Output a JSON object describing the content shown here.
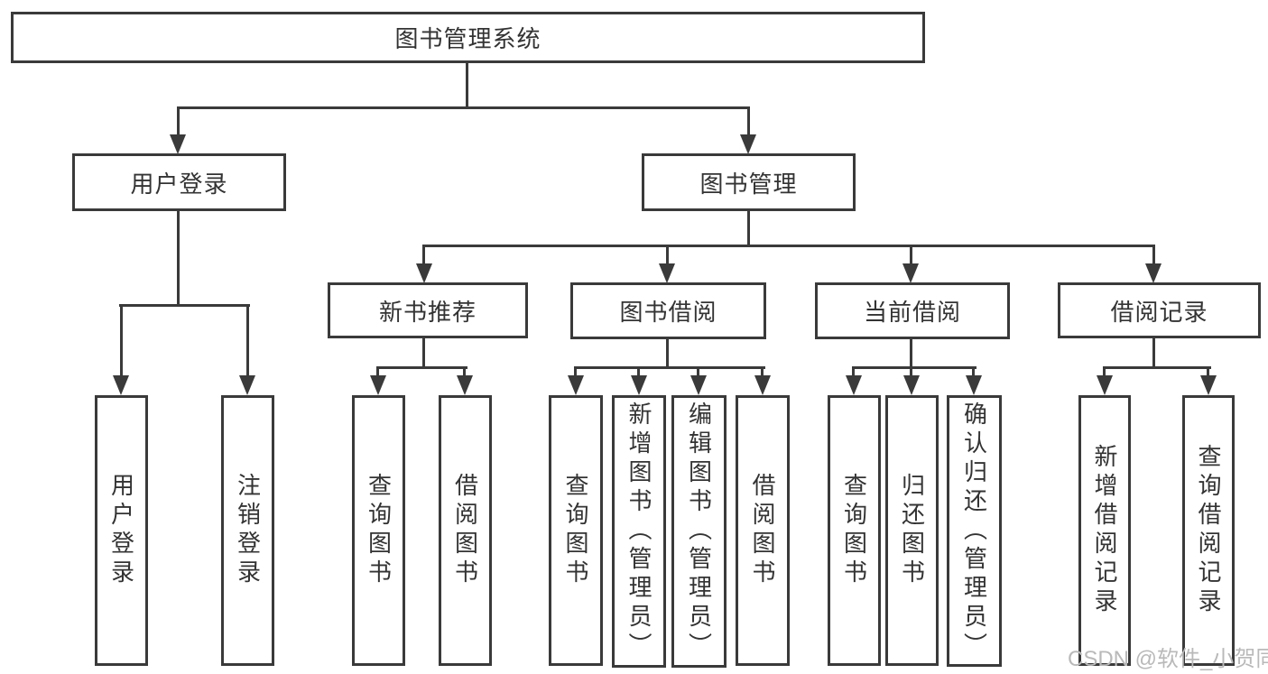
{
  "tree": {
    "label": "图书管理系统",
    "children": [
      {
        "label": "用户登录",
        "children": [
          {
            "label": "用户登录"
          },
          {
            "label": "注销登录"
          }
        ]
      },
      {
        "label": "图书管理",
        "children": [
          {
            "label": "新书推荐",
            "children": [
              {
                "label": "查询图书"
              },
              {
                "label": "借阅图书"
              }
            ]
          },
          {
            "label": "图书借阅",
            "children": [
              {
                "label": "查询图书"
              },
              {
                "label": "新增图书（管理员）"
              },
              {
                "label": "编辑图书（管理员）"
              },
              {
                "label": "借阅图书"
              }
            ]
          },
          {
            "label": "当前借阅",
            "children": [
              {
                "label": "查询图书"
              },
              {
                "label": "归还图书"
              },
              {
                "label": "确认归还（管理员）"
              }
            ]
          },
          {
            "label": "借阅记录",
            "children": [
              {
                "label": "新增借阅记录"
              },
              {
                "label": "查询借阅记录"
              }
            ]
          }
        ]
      }
    ]
  },
  "watermark": {
    "text": "CSDN @软件_小贺同学"
  },
  "colors": {
    "line": "#3a3a3a",
    "text": "#333333",
    "background": "#ffffff",
    "watermark": "#b9b9b9"
  }
}
